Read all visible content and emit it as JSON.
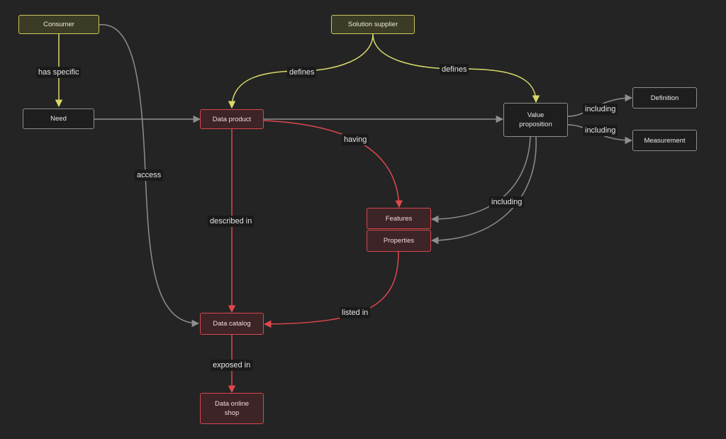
{
  "colors": {
    "background": "#242424",
    "edge_gray": "#8e8e8e",
    "edge_yellow": "#d9d86a",
    "edge_red": "#e0474d"
  },
  "nodes": {
    "consumer": "Consumer",
    "solution_supplier": "Solution supplier",
    "need": "Need",
    "data_product": "Data product",
    "value_proposition": "Value\nproposition",
    "definition": "Definition",
    "measurement": "Measurement",
    "features": "Features",
    "properties": "Properties",
    "data_catalog": "Data catalog",
    "data_online_shop": "Data online\nshop"
  },
  "edge_labels": {
    "has_specific": "has specific",
    "defines_product": "defines",
    "defines_value": "defines",
    "access": "access",
    "having": "having",
    "described_in": "described in",
    "including_definition": "including",
    "including_measurement": "including",
    "including_features": "including",
    "listed_in": "listed in",
    "exposed_in": "exposed in"
  }
}
